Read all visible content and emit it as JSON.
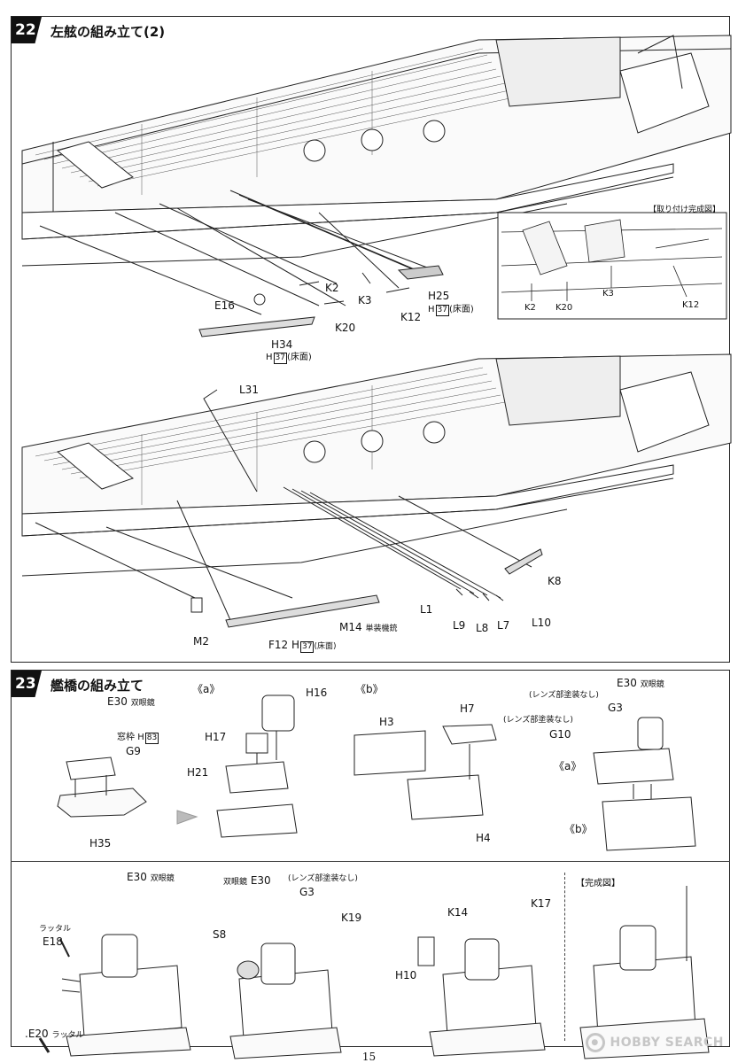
{
  "step22": {
    "number": "22",
    "title": "左舷の組み立て(2)",
    "inset_title": "【取り付け完成図】",
    "labels": {
      "k2": "K2",
      "e16": "E16",
      "k20": "K20",
      "k3": "K3",
      "k12": "K12",
      "h25": "H25",
      "h25_sub_pre": "H",
      "h25_sub_num": "37",
      "h25_sub_post": "(床面)",
      "h34": "H34",
      "h34_sub_pre": "H",
      "h34_sub_num": "37",
      "h34_sub_post": "(床面)",
      "inset_k2": "K2",
      "inset_k20": "K20",
      "inset_k3": "K3",
      "inset_k12": "K12",
      "l31": "L31",
      "k8": "K8",
      "l1": "L1",
      "l9": "L9",
      "l8": "L8",
      "l7": "L7",
      "l10": "L10",
      "m2": "M2",
      "m14": "M14",
      "m14_note": "単装機銃",
      "f12": "F12",
      "f12_sub_pre": "H",
      "f12_sub_num": "37",
      "f12_sub_post": "(床面)"
    }
  },
  "step23": {
    "number": "23",
    "title": "艦橋の組み立て",
    "labels": {
      "e30_a": "E30",
      "e30_a_note": "双眼鏡",
      "madowaku": "窓枠",
      "madowaku_h": "H",
      "madowaku_num": "83",
      "g9": "G9",
      "h35": "H35",
      "sub_a": "《a》",
      "h16": "H16",
      "h17": "H17",
      "h21": "H21",
      "sub_b": "《b》",
      "h3": "H3",
      "h7": "H7",
      "h4": "H4",
      "e30_b": "E30",
      "e30_b_note": "双眼鏡",
      "lens_note_1": "(レンズ部塗装なし)",
      "g3_a": "G3",
      "lens_note_2": "(レンズ部塗装なし)",
      "g10": "G10",
      "ref_a": "《a》",
      "ref_b": "《b》",
      "rattal_top": "ラッタル",
      "e18": "E18",
      "e30_c": "E30",
      "e30_c_note": "双眼鏡",
      "e20": "E20",
      "e20_note": "ラッタル",
      "binocular_pre": "双眼鏡",
      "e30_d": "E30",
      "lens_note_3": "(レンズ部塗装なし)",
      "g3_b": "G3",
      "k19": "K19",
      "s8": "S8",
      "k14": "K14",
      "k17": "K17",
      "h10": "H10",
      "complete": "【完成図】"
    }
  },
  "page_number": "15",
  "watermark": "HOBBY SEARCH"
}
